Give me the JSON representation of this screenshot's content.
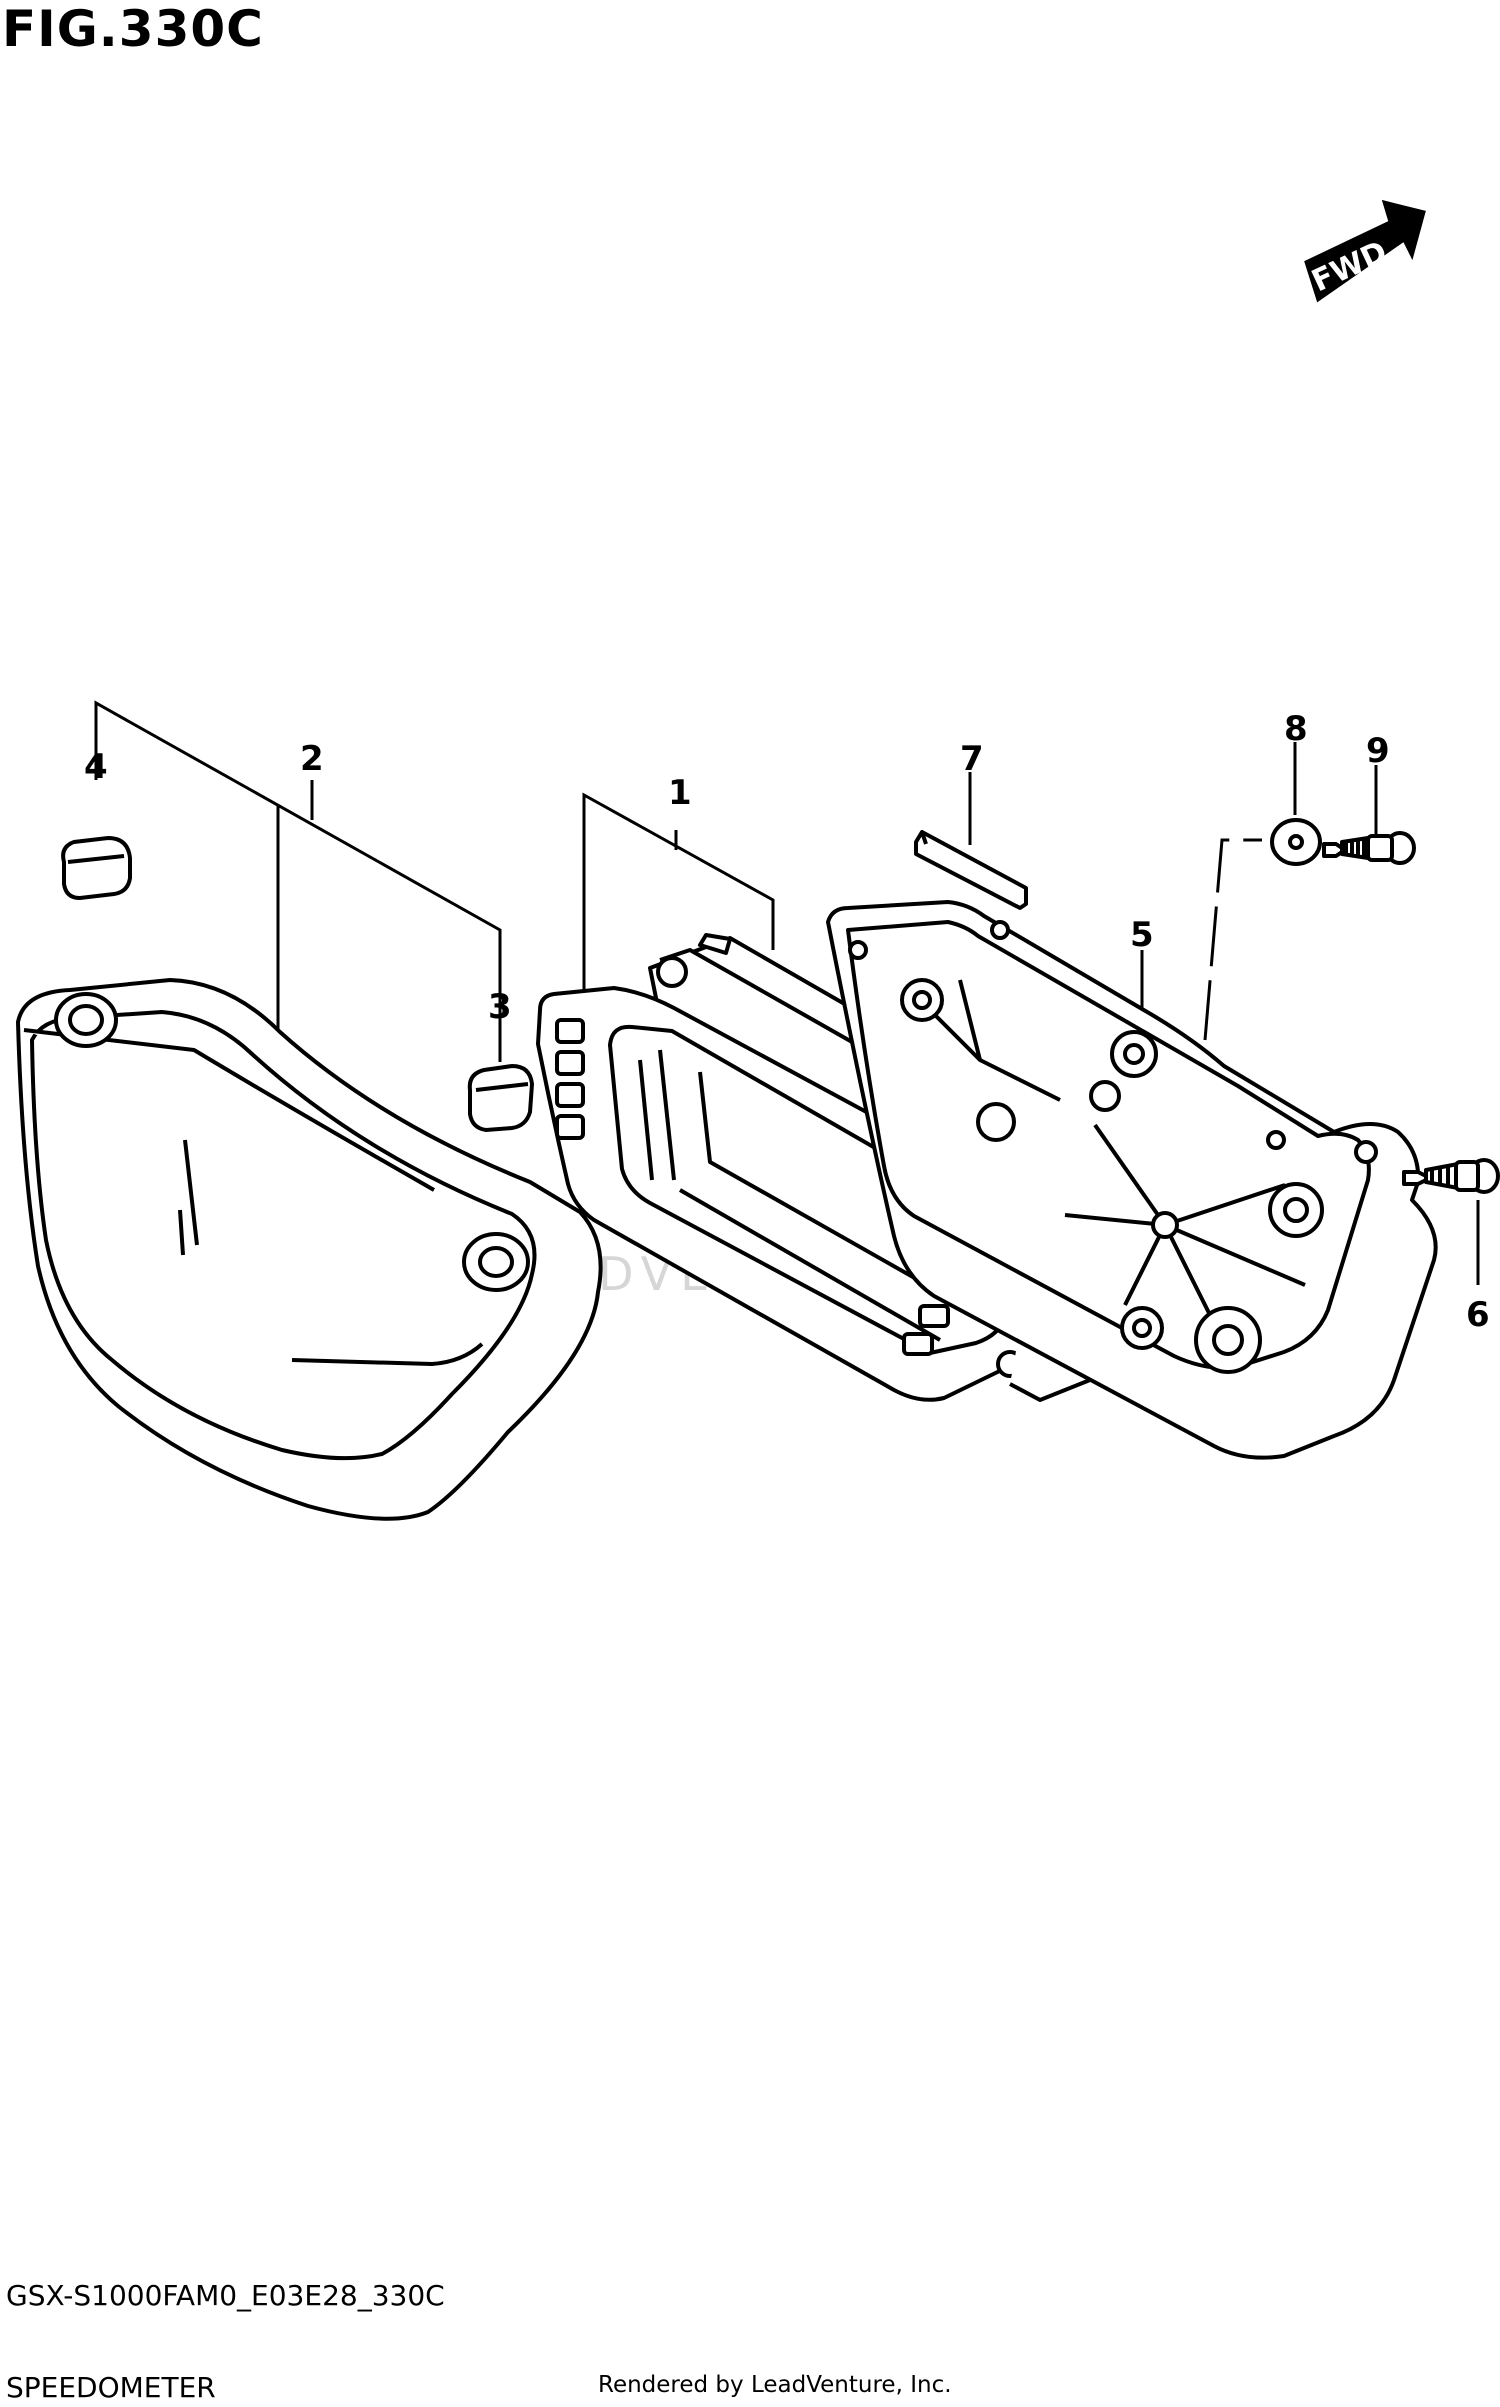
{
  "figure_title": "FIG.330C",
  "direction_label": "FWD",
  "callouts": {
    "p1": "1",
    "p2": "2",
    "p3": "3",
    "p4": "4",
    "p5": "5",
    "p6": "6",
    "p7": "7",
    "p8": "8",
    "p9": "9"
  },
  "watermark": "LEADVENTURE",
  "footer": {
    "model_code": "GSX-S1000FAM0_E03E28_330C",
    "section_name": "SPEEDOMETER",
    "credit": "Rendered by LeadVenture, Inc."
  }
}
